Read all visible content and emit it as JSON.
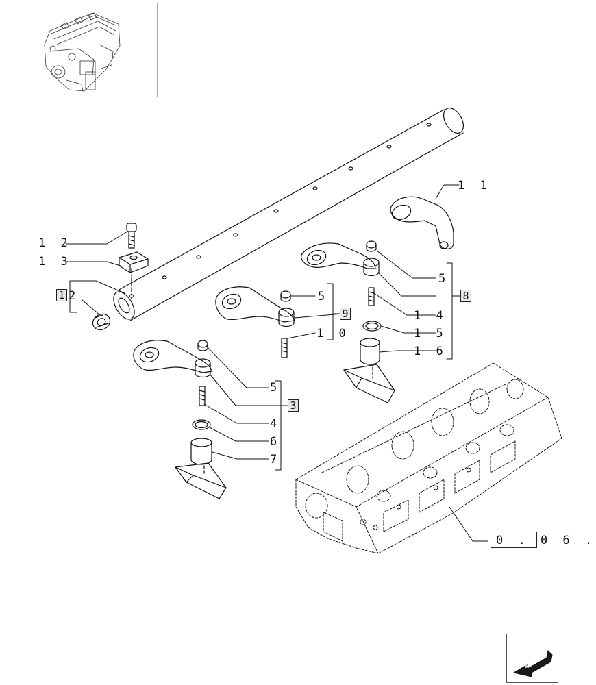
{
  "labels": {
    "l12": "1 2",
    "l13": "1 3",
    "l11": "1 1",
    "l5a": "5",
    "l5b": "5",
    "l5c": "5",
    "l14": "1 4",
    "l15": "1 5",
    "l16": "1 6",
    "l10": "1 0",
    "l4": "4",
    "l6": "6",
    "l7": "7",
    "l006": "0 . 0 6 ."
  },
  "boxed": {
    "b1": "1",
    "b1_suffix": "2",
    "b8": "8",
    "b9": "9",
    "b3": "3"
  },
  "icons": {
    "thumbnail": "engine-thumbnail-icon",
    "nav": "next-page-arrow-icon"
  },
  "colors": {
    "line": "#111111",
    "box_fill": "#e8e8e8"
  }
}
